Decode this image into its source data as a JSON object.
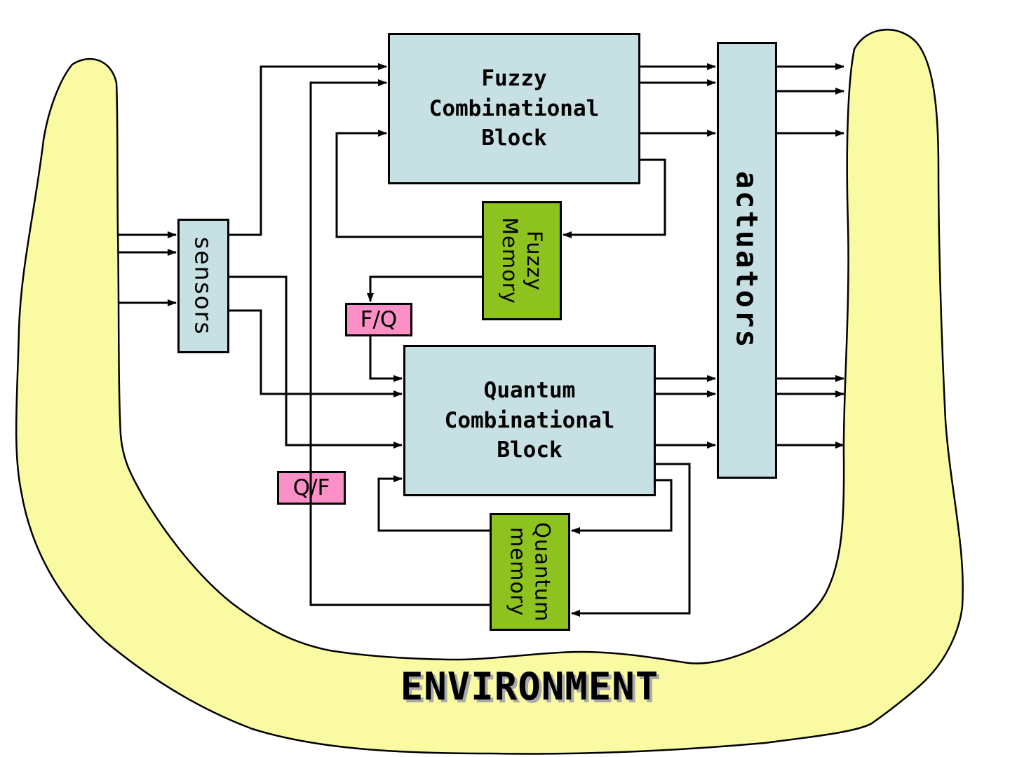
{
  "title": "Fuzzy-Quantum control architecture diagram",
  "colors": {
    "block-blue": "#c6e0e3",
    "memory-green": "#8ec21e",
    "converter-pink": "#fa90c6",
    "env-yellow": "#fafaa2",
    "line": "#000000",
    "shadow": "#a9a9a9"
  },
  "blocks": {
    "sensors": {
      "label": "sensors"
    },
    "fuzzy_block": {
      "label": "Fuzzy\nCombinational\nBlock"
    },
    "fuzzy_memory": {
      "label": "Fuzzy\nMemory"
    },
    "fq_converter": {
      "label": "F/Q"
    },
    "quantum_block": {
      "label": "Quantum\nCombinational\nBlock"
    },
    "qf_converter": {
      "label": "Q/F"
    },
    "quantum_memory": {
      "label": "Quantum\nmemory"
    },
    "actuators": {
      "label": "actuators"
    },
    "environment": {
      "label": "ENVIRONMENT"
    }
  },
  "connections": [
    {
      "from": "environment",
      "to": "sensors",
      "count": 3
    },
    {
      "from": "sensors",
      "to": "fuzzy_block",
      "count": 1
    },
    {
      "from": "sensors",
      "to": "quantum_block",
      "count": 2
    },
    {
      "from": "fuzzy_memory",
      "to": "fuzzy_block",
      "count": 1
    },
    {
      "from": "fuzzy_block",
      "to": "fuzzy_memory",
      "count": 1
    },
    {
      "from": "fuzzy_block",
      "to": "actuators",
      "count": 3
    },
    {
      "from": "fuzzy_memory",
      "to": "fq_converter",
      "count": 1
    },
    {
      "from": "fq_converter",
      "to": "quantum_block",
      "count": 1
    },
    {
      "from": "quantum_block",
      "to": "actuators",
      "count": 3
    },
    {
      "from": "quantum_block",
      "to": "quantum_memory",
      "count": 2
    },
    {
      "from": "quantum_memory",
      "to": "quantum_block",
      "count": 1
    },
    {
      "from": "quantum_memory",
      "to": "qf_converter",
      "count": 1
    },
    {
      "from": "qf_converter",
      "to": "fuzzy_block",
      "count": 1
    },
    {
      "from": "actuators",
      "to": "environment",
      "count": 6
    }
  ]
}
